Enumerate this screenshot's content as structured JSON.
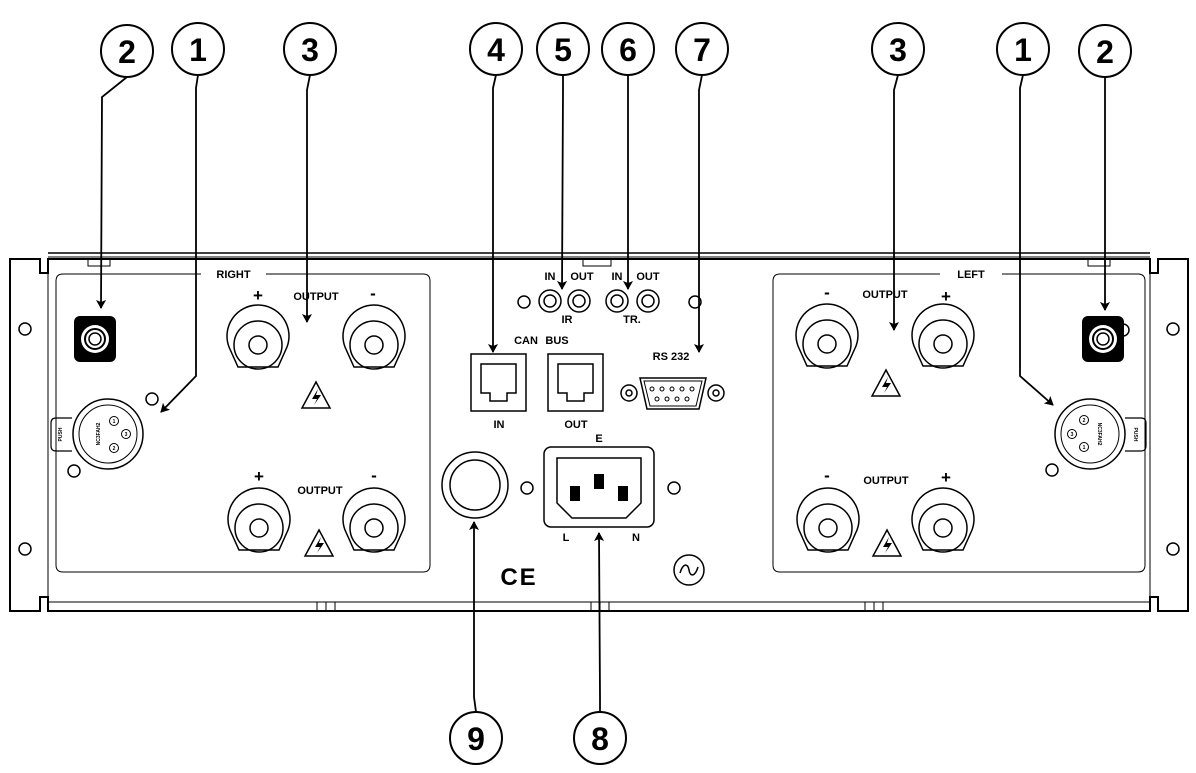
{
  "callouts": {
    "top": [
      "2",
      "1",
      "3",
      "4",
      "5",
      "6",
      "7",
      "3",
      "1",
      "2"
    ],
    "bottom": [
      "9",
      "8"
    ]
  },
  "right_section": {
    "title": "RIGHT",
    "output_label_top": "OUTPUT",
    "output_label_bottom": "OUTPUT",
    "plus": "+",
    "minus": "-",
    "xlr": {
      "push": "PUSH",
      "model": "NC3FAH2",
      "pins": [
        "1",
        "2",
        "3"
      ]
    }
  },
  "left_section": {
    "title": "LEFT",
    "output_label_top": "OUTPUT",
    "output_label_bottom": "OUTPUT",
    "plus": "+",
    "minus": "-",
    "xlr": {
      "push": "PUSH",
      "model": "NC3FAH2",
      "pins": [
        "1",
        "2",
        "3"
      ]
    }
  },
  "center": {
    "ir_in": "IN",
    "ir_out": "OUT",
    "ir_label": "IR",
    "tr_in": "IN",
    "tr_out": "OUT",
    "tr_label": "TR.",
    "can": "CAN",
    "bus": "BUS",
    "rj_in": "IN",
    "rj_out": "OUT",
    "rs232": "RS 232",
    "power_e": "E",
    "power_l": "L",
    "power_n": "N",
    "ce_mark": "CE"
  }
}
